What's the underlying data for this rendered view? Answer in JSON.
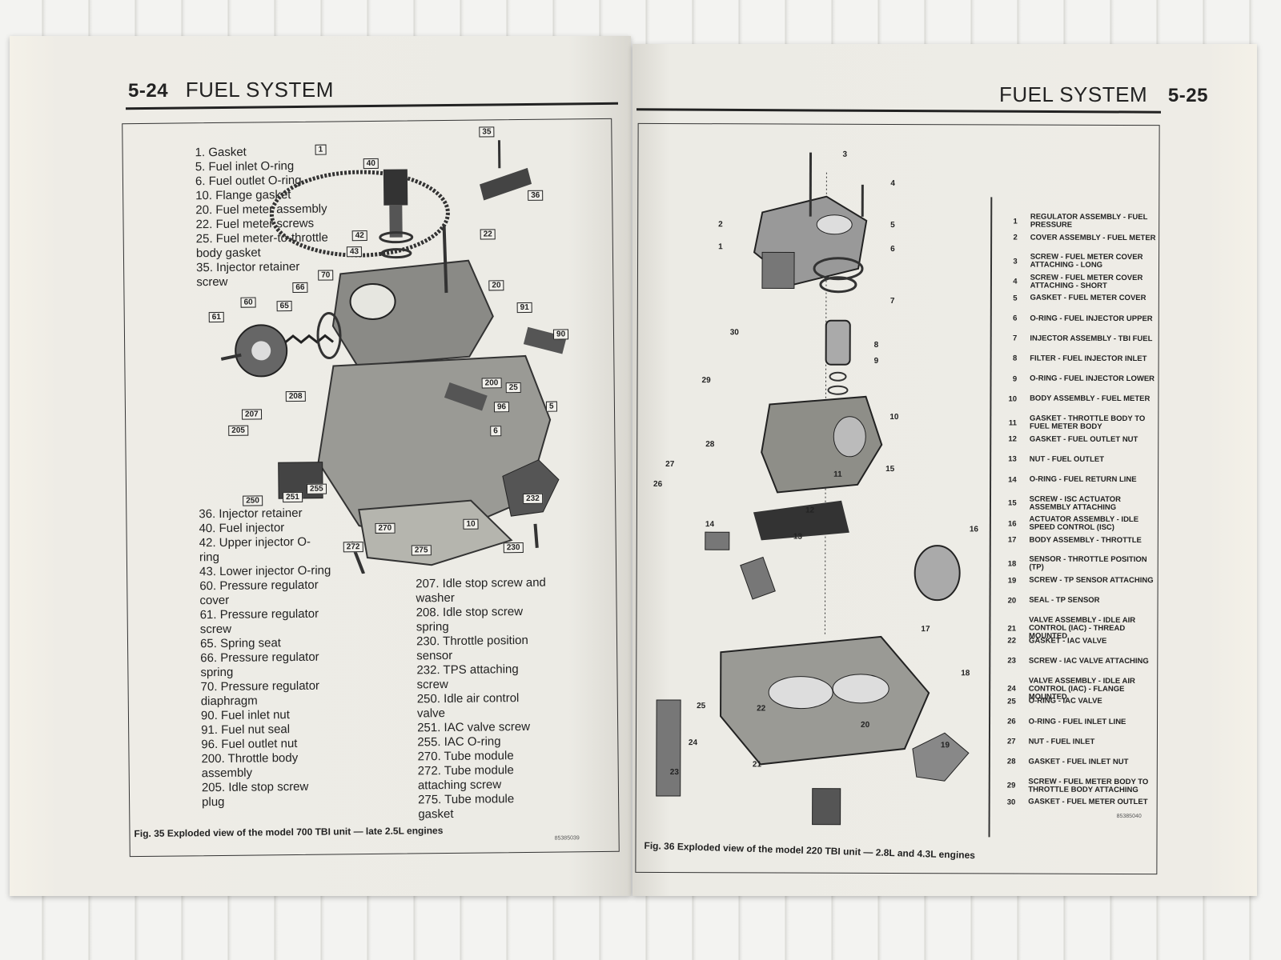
{
  "left_page": {
    "page_number": "5-24",
    "section_title": "FUEL SYSTEM",
    "legend_top": [
      "1. Gasket",
      "5. Fuel inlet O-ring",
      "6. Fuel outlet O-ring",
      "10. Flange gasket",
      "20. Fuel meter assembly",
      "22. Fuel meter screws",
      "25. Fuel meter-to-throttle",
      "body gasket",
      "35. Injector retainer",
      "screw"
    ],
    "legend_bottom_left": [
      "36. Injector retainer",
      "40. Fuel injector",
      "42. Upper injector O-",
      "ring",
      "43. Lower injector O-ring",
      "60. Pressure regulator",
      "cover",
      "61. Pressure regulator",
      "screw",
      "65. Spring seat",
      "66. Pressure regulator",
      "spring",
      "70. Pressure regulator",
      "diaphragm",
      "90. Fuel inlet nut",
      "91. Fuel nut seal",
      "96. Fuel outlet nut",
      "200. Throttle body",
      "assembly",
      "205. Idle stop screw",
      "plug"
    ],
    "legend_bottom_right": [
      "207. Idle stop screw and",
      "washer",
      "208. Idle stop screw",
      "spring",
      "230. Throttle position",
      "sensor",
      "232. TPS attaching",
      "screw",
      "250. Idle air control",
      "valve",
      "251. IAC valve screw",
      "255. IAC O-ring",
      "270. Tube module",
      "272. Tube module",
      "attaching screw",
      "275. Tube module",
      "gasket"
    ],
    "callouts": [
      "35",
      "1",
      "40",
      "36",
      "42",
      "22",
      "43",
      "70",
      "20",
      "66",
      "60",
      "65",
      "61",
      "91",
      "90",
      "208",
      "207",
      "205",
      "200",
      "25",
      "96",
      "5",
      "6",
      "250",
      "251",
      "255",
      "232",
      "10",
      "270",
      "272",
      "275",
      "230"
    ],
    "caption": "Fig. 35 Exploded view of the model 700 TBI unit — late 2.5L engines",
    "figure_code": "85385039"
  },
  "right_page": {
    "page_number": "5-25",
    "section_title": "FUEL SYSTEM",
    "parts_table": [
      {
        "n": "1",
        "t": "REGULATOR ASSEMBLY - FUEL PRESSURE"
      },
      {
        "n": "2",
        "t": "COVER ASSEMBLY - FUEL METER"
      },
      {
        "n": "3",
        "t": "SCREW - FUEL METER COVER ATTACHING - LONG"
      },
      {
        "n": "4",
        "t": "SCREW - FUEL METER COVER ATTACHING - SHORT"
      },
      {
        "n": "5",
        "t": "GASKET - FUEL METER COVER"
      },
      {
        "n": "6",
        "t": "O-RING - FUEL INJECTOR UPPER"
      },
      {
        "n": "7",
        "t": "INJECTOR ASSEMBLY - TBI FUEL"
      },
      {
        "n": "8",
        "t": "FILTER - FUEL INJECTOR INLET"
      },
      {
        "n": "9",
        "t": "O-RING - FUEL INJECTOR LOWER"
      },
      {
        "n": "10",
        "t": "BODY ASSEMBLY - FUEL METER"
      },
      {
        "n": "11",
        "t": "GASKET - THROTTLE BODY TO FUEL METER BODY"
      },
      {
        "n": "12",
        "t": "GASKET - FUEL OUTLET NUT"
      },
      {
        "n": "13",
        "t": "NUT - FUEL OUTLET"
      },
      {
        "n": "14",
        "t": "O-RING - FUEL RETURN LINE"
      },
      {
        "n": "15",
        "t": "SCREW - ISC ACTUATOR ASSEMBLY ATTACHING"
      },
      {
        "n": "16",
        "t": "ACTUATOR ASSEMBLY - IDLE SPEED CONTROL (ISC)"
      },
      {
        "n": "17",
        "t": "BODY ASSEMBLY - THROTTLE"
      },
      {
        "n": "18",
        "t": "SENSOR - THROTTLE POSITION (TP)"
      },
      {
        "n": "19",
        "t": "SCREW - TP SENSOR ATTACHING"
      },
      {
        "n": "20",
        "t": "SEAL - TP SENSOR"
      },
      {
        "n": "21",
        "t": "VALVE ASSEMBLY - IDLE AIR CONTROL (IAC) - THREAD MOUNTED"
      },
      {
        "n": "22",
        "t": "GASKET - IAC VALVE"
      },
      {
        "n": "23",
        "t": "SCREW - IAC VALVE ATTACHING"
      },
      {
        "n": "24",
        "t": "VALVE ASSEMBLY - IDLE AIR CONTROL (IAC) - FLANGE MOUNTED"
      },
      {
        "n": "25",
        "t": "O-RING - IAC VALVE"
      },
      {
        "n": "26",
        "t": "O-RING - FUEL INLET LINE"
      },
      {
        "n": "27",
        "t": "NUT - FUEL INLET"
      },
      {
        "n": "28",
        "t": "GASKET - FUEL INLET NUT"
      },
      {
        "n": "29",
        "t": "SCREW - FUEL METER BODY TO THROTTLE BODY ATTACHING"
      },
      {
        "n": "30",
        "t": "GASKET - FUEL METER OUTLET"
      }
    ],
    "caption": "Fig. 36 Exploded view of the model 220 TBI unit — 2.8L and 4.3L engines",
    "figure_code": "85385040"
  }
}
